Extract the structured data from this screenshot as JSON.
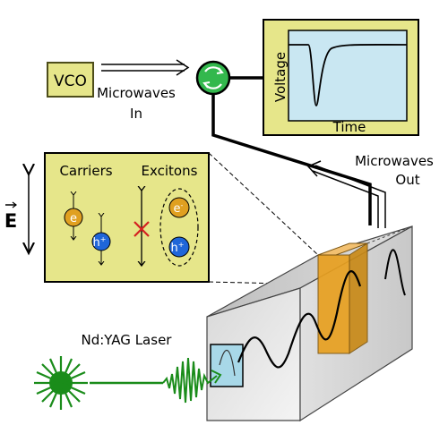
{
  "labels": {
    "vco": "VCO",
    "microwaves_in_line1": "Microwaves",
    "microwaves_in_line2": "In",
    "microwaves_out_line1": "Microwaves",
    "microwaves_out_line2": "Out",
    "voltage_axis": "Voltage",
    "time_axis": "Time",
    "carriers": "Carriers",
    "excitons": "Excitons",
    "electron": "e",
    "hole": "h",
    "hole_sup": "+",
    "electron_sup": "-",
    "field": "E",
    "laser": "Nd:YAG Laser"
  },
  "colors": {
    "box_fill": "#e6e68a",
    "box_stroke": "#4d4d1a",
    "electron": "#e0a020",
    "hole": "#1f66d9",
    "circulator": "#33b84d",
    "laser": "#1a8c1a",
    "cross": "#d42020",
    "sample": "#e8a020",
    "window": "#a8d8e8"
  }
}
